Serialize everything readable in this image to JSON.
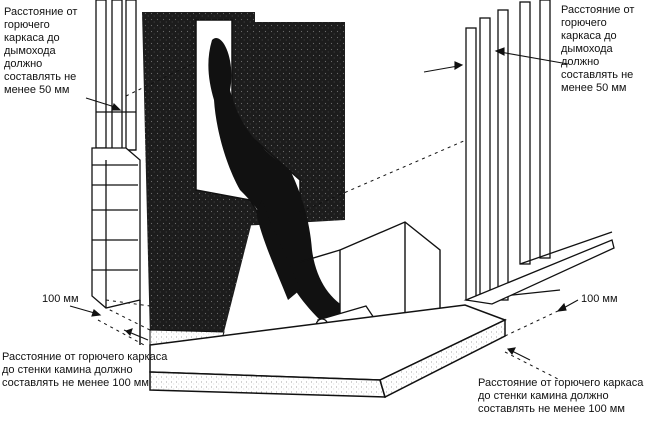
{
  "labels": {
    "top_left": "Расстояние от\nгорючего\nкаркаса до\nдымохода\nдолжно\nсоставлять не\nменее 50 мм",
    "top_right": "Расстояние от\nгорючего\nкаркаса до\nдымохода\nдолжно\nсоставлять не\nменее 50 мм",
    "bottom_left": "Расстояние от горючего каркаса\nдо стенки камина должно\nсоставлять не менее 100 мм",
    "bottom_right": "Расстояние от горючего каркаса\nдо стенки камина должно\nсоставлять не менее 100 мм"
  },
  "dimensions": {
    "left": "100 мм",
    "right": "100 мм"
  },
  "colors": {
    "ink": "#111111",
    "masonry": "#1a1a1a",
    "paper": "#ffffff"
  }
}
